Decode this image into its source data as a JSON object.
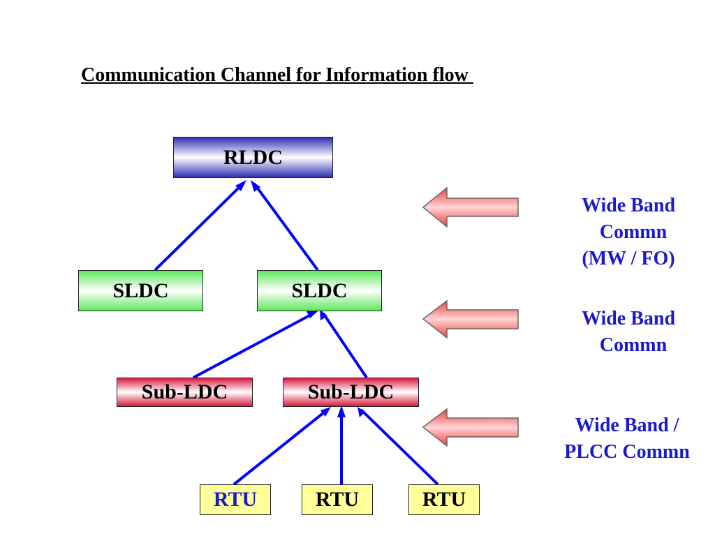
{
  "title": "Communication Channel for Information flow ",
  "colors": {
    "arrow": "#0000ff",
    "label_text": "#1a1acc",
    "rlb_blue": "#2f2fb5",
    "sldc_green": "#5ee85e",
    "subldc_red": "#d81a3e",
    "rtu_yellow": "#ffff99",
    "band_arrow_red": "#f23c3c"
  },
  "nodes": {
    "rldc": "RLDC",
    "sldc_1": "SLDC",
    "sldc_2": "SLDC",
    "subldc_1": "Sub-LDC",
    "subldc_2": "Sub-LDC",
    "rtu_1": "RTU",
    "rtu_2": "RTU",
    "rtu_3": "RTU"
  },
  "labels": {
    "top": [
      "Wide Band",
      "  Commn",
      "(MW / FO)"
    ],
    "middle": [
      "Wide Band",
      "  Commn"
    ],
    "bottom": [
      "Wide Band /",
      "PLCC Commn"
    ]
  }
}
